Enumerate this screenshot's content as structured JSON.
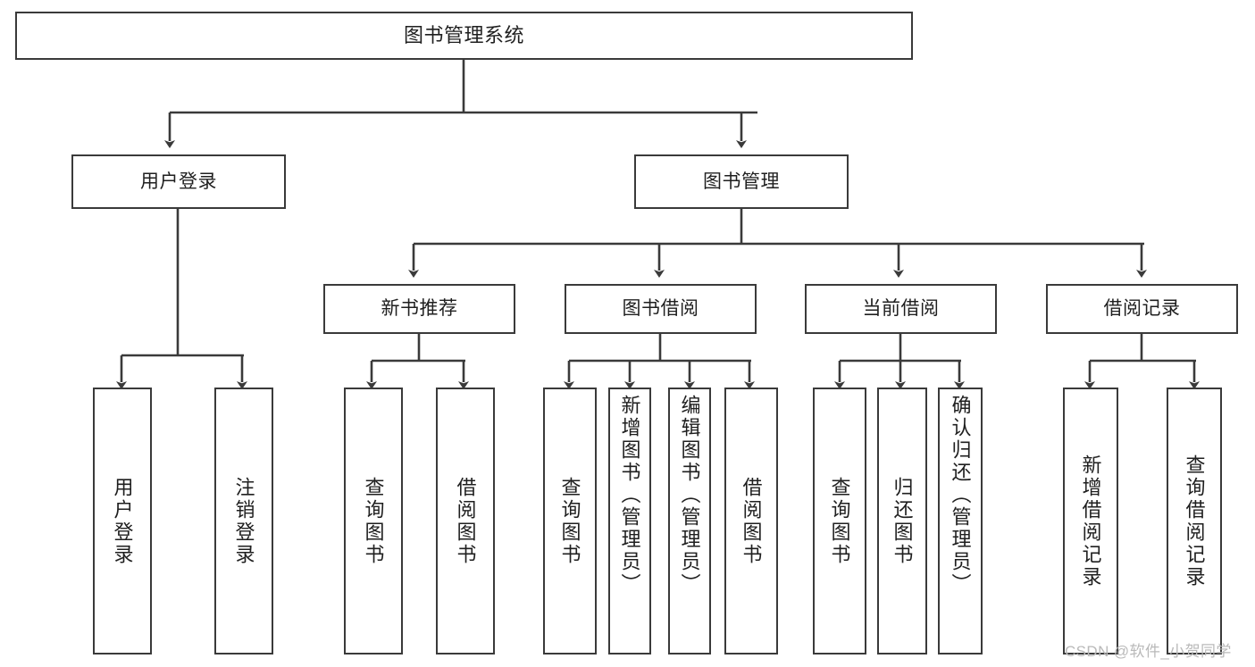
{
  "diagram": {
    "type": "tree-hierarchy-chart",
    "title": "图书管理系统",
    "stroke_color": "#3a3a3a",
    "fill_color": "#ffffff",
    "text_color": "#1f1f1f",
    "levels": 4,
    "nodes": [
      {
        "id": "root",
        "label": "图书管理系统",
        "level": 0,
        "orientation": "horizontal",
        "parent": null
      },
      {
        "id": "login",
        "label": "用户登录",
        "level": 1,
        "orientation": "horizontal",
        "parent": "root"
      },
      {
        "id": "bookmgmt",
        "label": "图书管理",
        "level": 1,
        "orientation": "horizontal",
        "parent": "root"
      },
      {
        "id": "newbook",
        "label": "新书推荐",
        "level": 2,
        "orientation": "horizontal",
        "parent": "bookmgmt"
      },
      {
        "id": "borrow",
        "label": "图书借阅",
        "level": 2,
        "orientation": "horizontal",
        "parent": "bookmgmt"
      },
      {
        "id": "current",
        "label": "当前借阅",
        "level": 2,
        "orientation": "horizontal",
        "parent": "bookmgmt"
      },
      {
        "id": "records",
        "label": "借阅记录",
        "level": 2,
        "orientation": "horizontal",
        "parent": "bookmgmt"
      },
      {
        "id": "leaf-login",
        "label": "用户登录",
        "level": 3,
        "orientation": "vertical",
        "parent": "login"
      },
      {
        "id": "leaf-logout",
        "label": "注销登录",
        "level": 3,
        "orientation": "vertical",
        "parent": "login"
      },
      {
        "id": "leaf-nb-query",
        "label": "查询图书",
        "level": 3,
        "orientation": "vertical",
        "parent": "newbook"
      },
      {
        "id": "leaf-nb-borrow",
        "label": "借阅图书",
        "level": 3,
        "orientation": "vertical",
        "parent": "newbook"
      },
      {
        "id": "leaf-bw-query",
        "label": "查询图书",
        "level": 3,
        "orientation": "vertical",
        "parent": "borrow"
      },
      {
        "id": "leaf-bw-add",
        "label": "新增图书（管理员）",
        "level": 3,
        "orientation": "vertical",
        "parent": "borrow"
      },
      {
        "id": "leaf-bw-edit",
        "label": "编辑图书（管理员）",
        "level": 3,
        "orientation": "vertical",
        "parent": "borrow"
      },
      {
        "id": "leaf-bw-borrow",
        "label": "借阅图书",
        "level": 3,
        "orientation": "vertical",
        "parent": "borrow"
      },
      {
        "id": "leaf-cur-query",
        "label": "查询图书",
        "level": 3,
        "orientation": "vertical",
        "parent": "current"
      },
      {
        "id": "leaf-cur-return",
        "label": "归还图书",
        "level": 3,
        "orientation": "vertical",
        "parent": "current"
      },
      {
        "id": "leaf-cur-confirm",
        "label": "确认归还（管理员）",
        "level": 3,
        "orientation": "vertical",
        "parent": "current"
      },
      {
        "id": "leaf-rec-add",
        "label": "新增借阅记录",
        "level": 3,
        "orientation": "vertical",
        "parent": "records"
      },
      {
        "id": "leaf-rec-query",
        "label": "查询借阅记录",
        "level": 3,
        "orientation": "vertical",
        "parent": "records"
      }
    ]
  },
  "watermark": {
    "text": "CSDN @软件_小贺同学",
    "color": "#b9b9b9"
  }
}
